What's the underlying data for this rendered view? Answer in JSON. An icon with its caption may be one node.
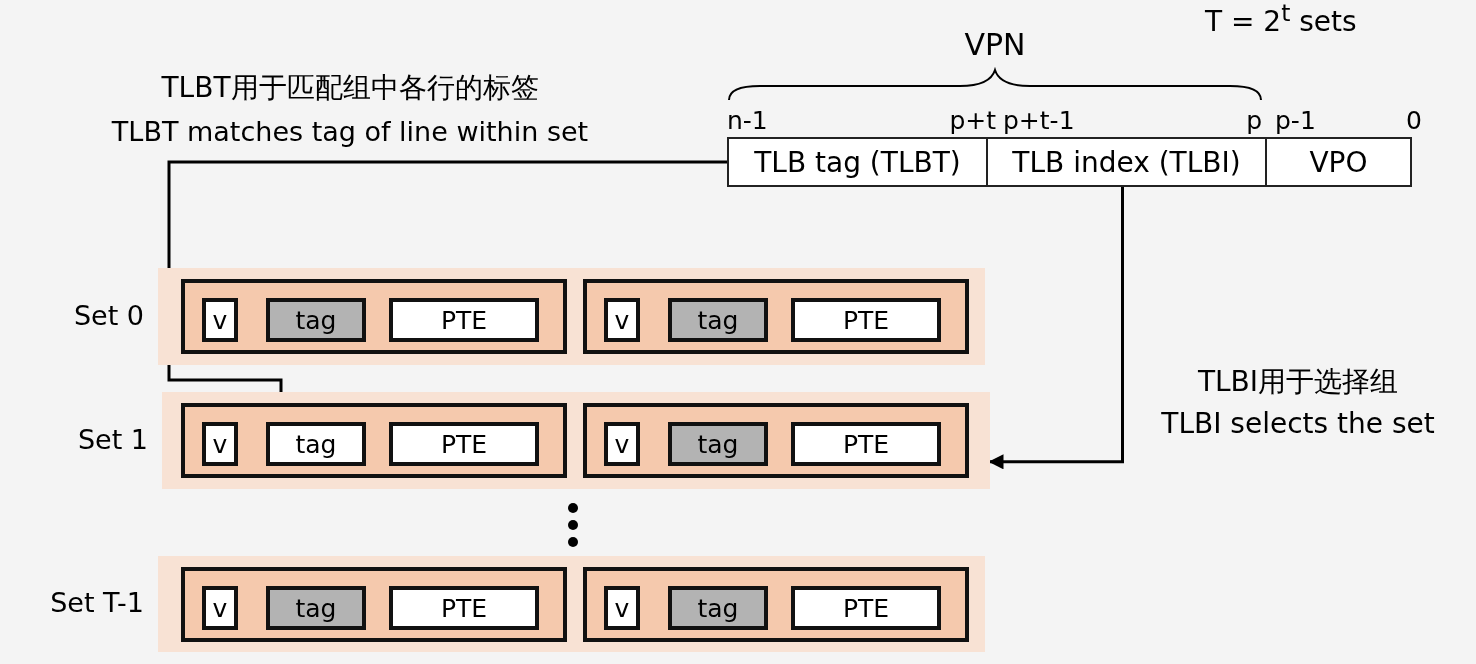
{
  "diagram": {
    "nodes": [
      {
        "text": [
          "TLB tag (TLBT)"
        ]
      },
      {
        "text": [
          "TLB index (TLBI)"
        ]
      },
      {
        "text": [
          "VPO"
        ]
      },
      {
        "text": [
          "Set 0"
        ]
      },
      {
        "text": [],
        "shape": "box",
        "in": 3
      },
      {
        "text": [
          "v"
        ],
        "in": 4
      },
      {
        "text": [
          "tag"
        ],
        "in": 4
      },
      {
        "text": [
          "PTE"
        ],
        "in": 4
      },
      {
        "text": [],
        "shape": "box",
        "in": 3
      },
      {
        "text": [
          "v"
        ],
        "in": 8
      },
      {
        "text": [
          "tag"
        ],
        "in": 8
      },
      {
        "text": [
          "PTE"
        ],
        "in": 8
      },
      {
        "text": [
          "Set 1"
        ]
      },
      {
        "text": [],
        "shape": "box",
        "in": 12
      },
      {
        "text": [
          "v"
        ],
        "in": 13
      },
      {
        "text": [
          "tag"
        ],
        "in": 13
      },
      {
        "text": [
          "PTE"
        ],
        "in": 13
      },
      {
        "text": [],
        "shape": "box",
        "in": 12
      },
      {
        "text": [
          "v"
        ],
        "in": 17
      },
      {
        "text": [
          "tag"
        ],
        "in": 17
      },
      {
        "text": [
          "PTE"
        ],
        "in": 17
      },
      {
        "text": [
          "Set T-1"
        ]
      },
      {
        "text": [],
        "shape": "box",
        "in": 21
      },
      {
        "text": [
          "v"
        ],
        "in": 22
      },
      {
        "text": [
          "tag"
        ],
        "in": 22
      },
      {
        "text": [
          "PTE"
        ],
        "in": 22
      },
      {
        "text": [],
        "shape": "box",
        "in": 21
      },
      {
        "text": [
          "v"
        ],
        "in": 26
      },
      {
        "text": [
          "tag"
        ],
        "in": 26
      },
      {
        "text": [
          "PTE"
        ],
        "in": 26
      }
    ],
    "edges": [
      {
        "from": 0,
        "to": 15,
        "arrow": "to"
      },
      {
        "from": 1,
        "to": 12,
        "arrow": "to"
      }
    ],
    "labels": [
      "T = 2$^{t}$ sets",
      "VPN",
      "TLBT用于匹配组中各行的标签",
      "TLBT matches tag of line within set",
      "n-1",
      "p+t",
      "p+t-1",
      "p",
      "p-1",
      "0",
      "TLBI用于选择组",
      "TLBI selects the set"
    ]
  }
}
